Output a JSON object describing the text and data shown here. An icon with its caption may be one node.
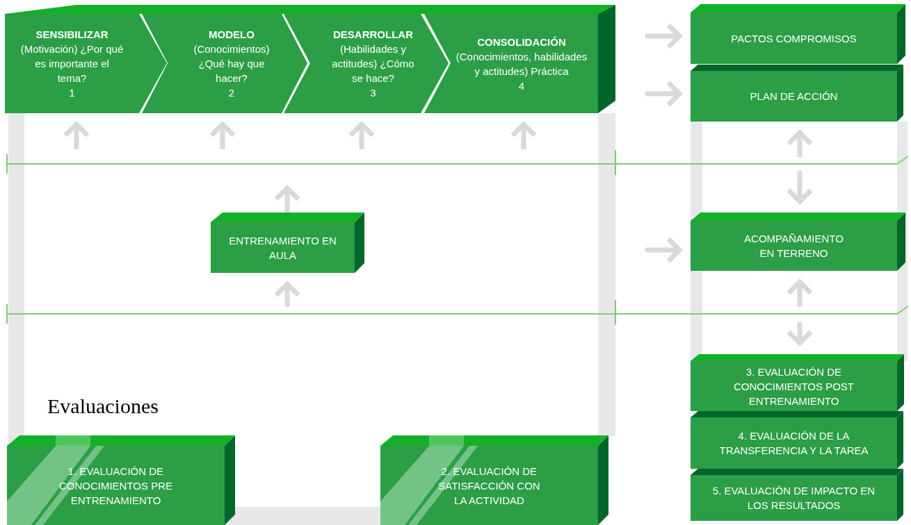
{
  "diagram": {
    "nodes": [
      {
        "text": [
          "SENSIBILIZAR",
          "(Motivación) ¿Por qué es importante el tema?",
          "1"
        ]
      },
      {
        "text": [
          "MODELO",
          "(Conocimientos) ¿Qué hay que hacer?",
          "2"
        ]
      },
      {
        "text": [
          "DESARROLLAR",
          "(Habilidades y actitudes) ¿Cómo se hace?",
          "3"
        ]
      },
      {
        "text": [
          "CONSOLIDACIÓN",
          "(Conocimientos, habilidades y actitudes) Práctica",
          "4"
        ]
      },
      {
        "text": [
          "PACTOS COMPROMISOS"
        ]
      },
      {
        "text": [
          "PLAN DE ACCIÓN"
        ]
      },
      {
        "text": [
          "ENTRENAMIENTO EN AULA"
        ]
      },
      {
        "text": [
          "ACOMPAÑAMIENTO EN TERRENO"
        ]
      },
      {
        "text": [
          "3. EVALUACIÓN DE CONOCIMIENTOS POST ENTRENAMIENTO"
        ]
      },
      {
        "text": [
          "4. EVALUACIÓN DE LA TRANSFERENCIA Y LA TAREA"
        ]
      },
      {
        "text": [
          "5. EVALUACIÓN DE IMPACTO EN LOS RESULTADOS"
        ]
      },
      {
        "text": [
          "1. EVALUACIÓN DE CONOCIMIENTOS PRE ENTRENAMIENTO"
        ]
      },
      {
        "text": [
          "2. EVALUACIÓN DE SATISFACCIÓN CON LA ACTIVIDAD"
        ]
      }
    ],
    "edges": [
      {
        "from": null,
        "to": 0,
        "arrow": "to"
      },
      {
        "from": null,
        "to": 1,
        "arrow": "to"
      },
      {
        "from": null,
        "to": 2,
        "arrow": "to"
      },
      {
        "from": null,
        "to": 3,
        "arrow": "to"
      },
      {
        "from": null,
        "to": 4,
        "arrow": "to"
      },
      {
        "from": null,
        "to": 5,
        "arrow": "to"
      },
      {
        "from": null,
        "to": 5,
        "arrow": "to"
      },
      {
        "from": null,
        "to": 7,
        "arrow": "to"
      },
      {
        "from": 6,
        "to": null,
        "arrow": "to"
      },
      {
        "from": null,
        "to": 6,
        "arrow": "to"
      },
      {
        "from": null,
        "to": 7,
        "arrow": "to"
      },
      {
        "from": null,
        "to": 7,
        "arrow": "to"
      },
      {
        "from": null,
        "to": 8,
        "arrow": "to"
      }
    ],
    "labels": [
      "Evaluaciones"
    ]
  }
}
